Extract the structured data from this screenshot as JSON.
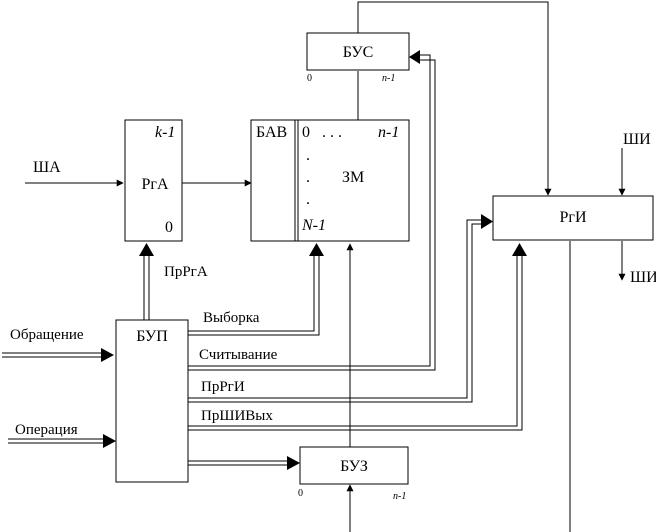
{
  "blocks": {
    "bus": {
      "label": "БУС",
      "bit_low": "0",
      "bit_high": "n-1"
    },
    "rga": {
      "label": "РгА",
      "bit_high": "k-1",
      "bit_low": "0"
    },
    "memory": {
      "bav_label": "БАВ",
      "zm_label": "ЗМ",
      "row_first": "0",
      "row_dots": ". . .",
      "row_last": "n-1",
      "col_last": "N-1"
    },
    "rgi": {
      "label": "РгИ"
    },
    "bup": {
      "label": "БУП"
    },
    "buz": {
      "label": "БУЗ",
      "bit_low": "0",
      "bit_high": "n-1"
    }
  },
  "signals": {
    "sha": "ША",
    "shi_in": "ШИ",
    "shi_out": "ШИ",
    "prrga": "ПрРгА",
    "vyborka": "Выборка",
    "schityvanie": "Считывание",
    "prrgi": "ПрРгИ",
    "prshivyh": "ПрШИВых",
    "obraschenie": "Обращение",
    "operaciya": "Операция"
  }
}
